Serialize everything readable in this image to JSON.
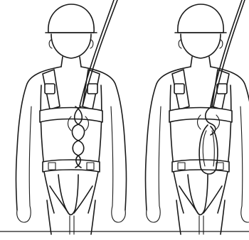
{
  "figures": [
    {
      "id": "left",
      "tie_in": "figure-eight-knot"
    },
    {
      "id": "right",
      "tie_in": "bowline-with-loop"
    }
  ],
  "colors": {
    "ink": "#1a1a1a",
    "background": "#ffffff"
  }
}
